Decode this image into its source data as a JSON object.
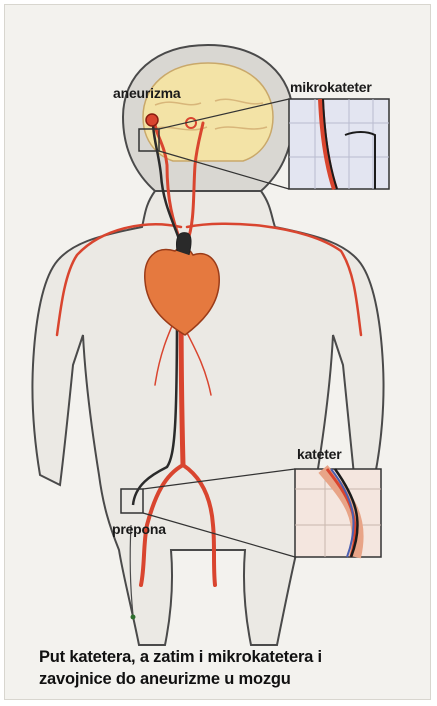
{
  "labels": {
    "aneurysm": "aneurizma",
    "microcatheter": "mikrokateter",
    "catheter": "kateter",
    "groin": "prepona"
  },
  "caption": {
    "line1": "Put katetera, a zatim i mikrokatetera i",
    "line2": "zavojnice do aneurizme u mozgu"
  },
  "colors": {
    "artery": "#d9452f",
    "vein": "#3a3a3a",
    "heart": "#e5793f",
    "brain": "#f3e3a6",
    "skin": "#d9d7d2",
    "catheter": "#1b1b1b",
    "inset_bg": "#e3e5f1"
  }
}
